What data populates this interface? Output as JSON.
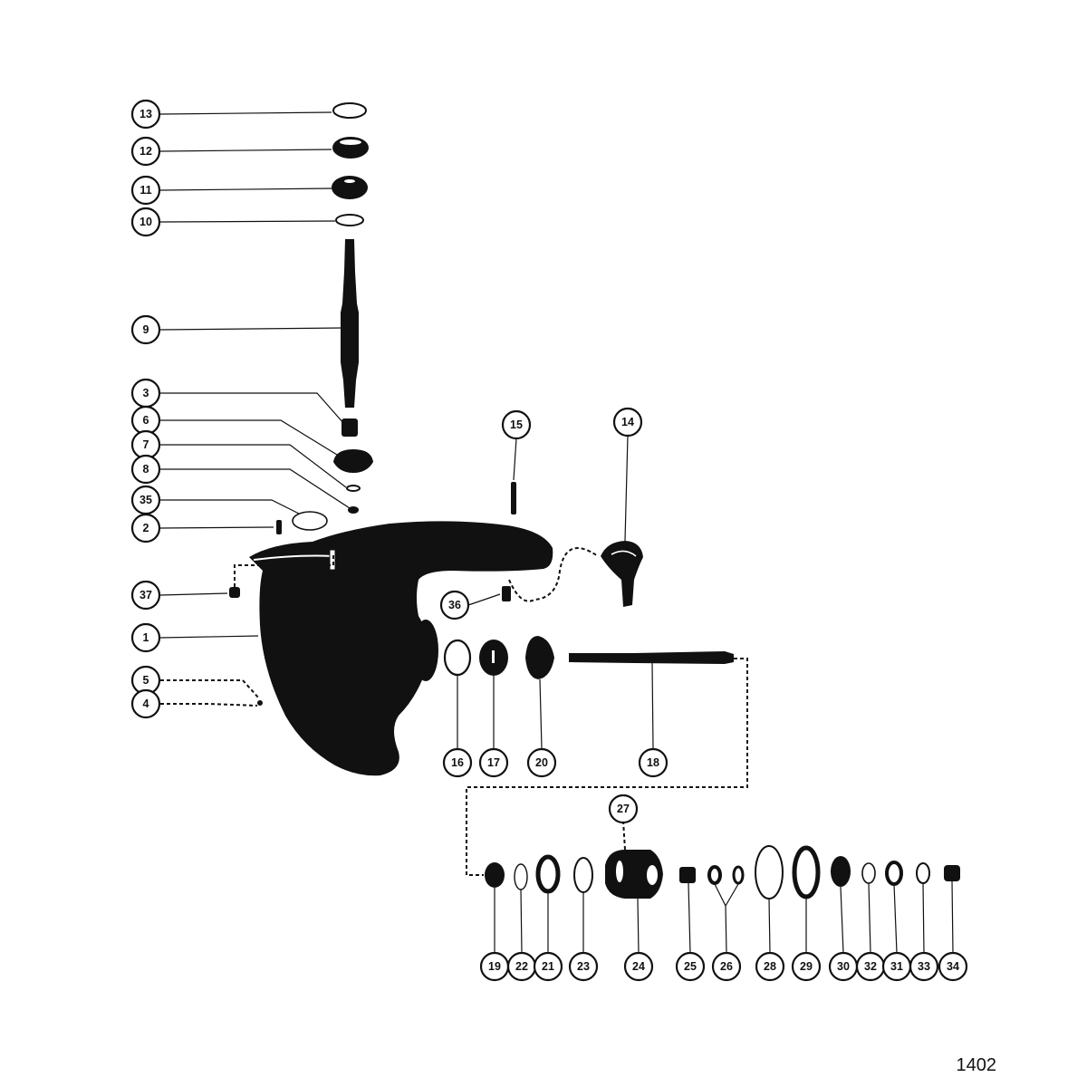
{
  "figure_number": "1402",
  "callouts": [
    {
      "id": "13",
      "label": "13"
    },
    {
      "id": "12",
      "label": "12"
    },
    {
      "id": "11",
      "label": "11"
    },
    {
      "id": "10",
      "label": "10"
    },
    {
      "id": "9",
      "label": "9"
    },
    {
      "id": "3",
      "label": "3"
    },
    {
      "id": "6",
      "label": "6"
    },
    {
      "id": "7",
      "label": "7"
    },
    {
      "id": "8",
      "label": "8"
    },
    {
      "id": "35",
      "label": "35"
    },
    {
      "id": "2",
      "label": "2"
    },
    {
      "id": "37",
      "label": "37"
    },
    {
      "id": "1",
      "label": "1"
    },
    {
      "id": "5",
      "label": "5"
    },
    {
      "id": "4",
      "label": "4"
    },
    {
      "id": "15",
      "label": "15"
    },
    {
      "id": "14",
      "label": "14"
    },
    {
      "id": "36",
      "label": "36"
    },
    {
      "id": "16",
      "label": "16"
    },
    {
      "id": "17",
      "label": "17"
    },
    {
      "id": "20",
      "label": "20"
    },
    {
      "id": "18",
      "label": "18"
    },
    {
      "id": "27",
      "label": "27"
    },
    {
      "id": "19",
      "label": "19"
    },
    {
      "id": "22",
      "label": "22"
    },
    {
      "id": "21",
      "label": "21"
    },
    {
      "id": "23",
      "label": "23"
    },
    {
      "id": "24",
      "label": "24"
    },
    {
      "id": "25",
      "label": "25"
    },
    {
      "id": "26",
      "label": "26"
    },
    {
      "id": "28",
      "label": "28"
    },
    {
      "id": "29",
      "label": "29"
    },
    {
      "id": "30",
      "label": "30"
    },
    {
      "id": "32",
      "label": "32"
    },
    {
      "id": "31",
      "label": "31"
    },
    {
      "id": "33",
      "label": "33"
    },
    {
      "id": "34",
      "label": "34"
    }
  ]
}
